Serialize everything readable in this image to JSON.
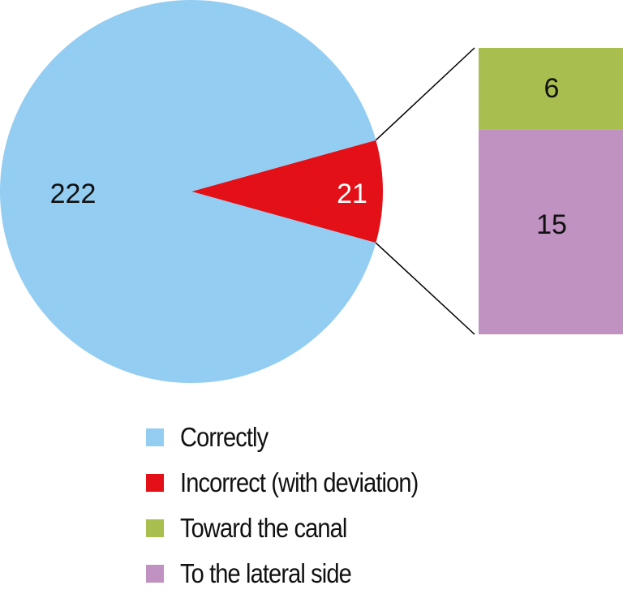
{
  "chart_data": {
    "type": "pie",
    "subtype": "bar-of-pie",
    "title": "",
    "pie": {
      "slices": [
        {
          "label": "Correctly",
          "value": 222,
          "color": "#93CDF2"
        },
        {
          "label": "Incorrect (with deviation)",
          "value": 21,
          "color": "#E31017"
        }
      ]
    },
    "bar": {
      "breakdown_of": "Incorrect (with deviation)",
      "segments": [
        {
          "label": "Toward the canal",
          "value": 6,
          "color": "#A8BE4E"
        },
        {
          "label": "To the lateral side",
          "value": 15,
          "color": "#BF92C1"
        }
      ]
    },
    "data_labels": {
      "correct": "222",
      "incorrect": "21",
      "canal": "6",
      "lateral": "15"
    },
    "legend": {
      "placement": "bottom",
      "entries": [
        {
          "label": "Correctly",
          "color": "#93CDF2"
        },
        {
          "label": "Incorrect (with deviation)",
          "color": "#E31017"
        },
        {
          "label": "Toward the canal",
          "color": "#A8BE4E"
        },
        {
          "label": "To the lateral side",
          "color": "#BF92C1"
        }
      ]
    }
  }
}
